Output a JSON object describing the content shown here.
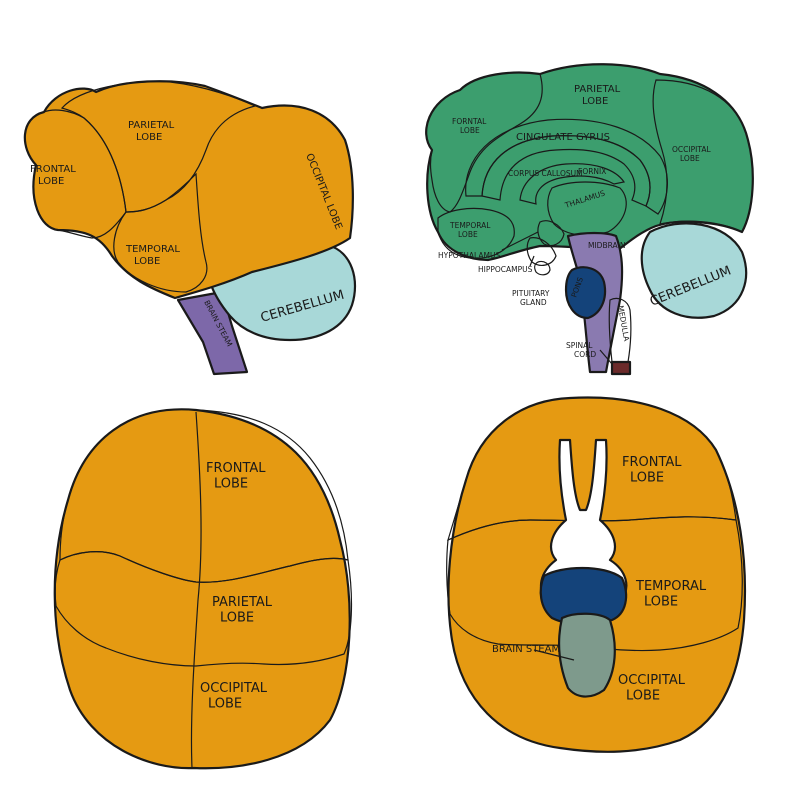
{
  "colors": {
    "frontal": "#d57fb5",
    "parietal": "#3c9e6e",
    "occipital": "#e59a12",
    "temporal": "#1f8fc0",
    "cerebellum": "#a8d8d8",
    "brainstem": "#7d68a9",
    "cingulate": "#fff36a",
    "callosum": "#a6d45a",
    "fornix": "#c9a7e9",
    "thalamus": "#e0501f",
    "hypothalamus": "#f2a640",
    "hippocampus": "#e14c8c",
    "pituitary": "#ff7a9a",
    "midbrain": "#8a7ab0",
    "pons": "#14437a",
    "medulla": "#7e9a8c",
    "spinal": "#6b2a2a",
    "white": "#ffffff"
  },
  "lateral": {
    "frontal": "FRONTAL LOBE",
    "parietal": "PARIETAL LOBE",
    "occipital": "OCCIPITAL LOBE",
    "temporal": "TEMPORAL LOBE",
    "cerebellum": "CEREBELLUM",
    "brainstem": "BRAIN STEAM"
  },
  "sagittal": {
    "frontal": "FORNTAL LOBE",
    "parietal": "PARIETAL LOBE",
    "occipital": "OCCIPITAL LOBE",
    "temporal": "TEMPORAL LOBE",
    "cingulate": "CINGULATE GYRUS",
    "callosum": "CORPUS CALLOSUM",
    "fornix": "FORNIX",
    "thalamus": "THALAMUS",
    "hypothalamus": "HYPOTHALAMUS",
    "hippocampus": "HIPPOCAMPUS",
    "pituitary": "PITUITARY GLAND",
    "midbrain": "MIDBRAIN",
    "pons": "PONS",
    "medulla": "MEDULLA",
    "spinal": "SPINAL CORD",
    "cerebellum": "CEREBELLUM"
  },
  "superior": {
    "frontal": "FRONTAL LOBE",
    "parietal": "PARIETAL LOBE",
    "occipital": "OCCIPITAL LOBE"
  },
  "inferior": {
    "frontal": "FRONTAL LOBE",
    "temporal": "TEMPORAL LOBE",
    "brainstem": "BRAIN STEAM",
    "occipital": "OCCIPITAL LOBE"
  }
}
